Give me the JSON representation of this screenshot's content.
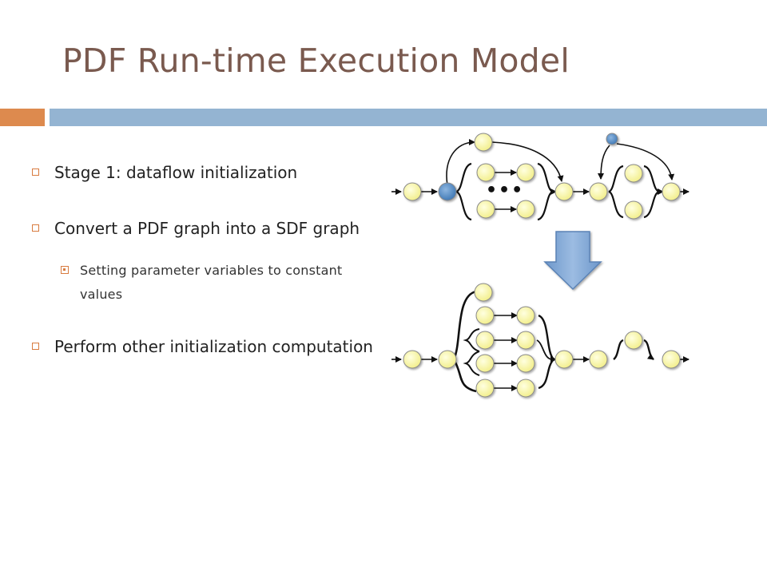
{
  "slide": {
    "title": "PDF Run-time Execution Model",
    "bullets": [
      {
        "level": 1,
        "text": "Stage 1: dataflow initialization"
      },
      {
        "level": 1,
        "text": "Convert a PDF graph into a SDF graph"
      },
      {
        "level": 2,
        "text": "Setting parameter variables to constant values"
      },
      {
        "level": 1,
        "text": "Perform other initialization computation"
      }
    ],
    "diagram": {
      "ellipsis": "•••"
    },
    "colors": {
      "title": "#7a5a4f",
      "accent_orange": "#dd8a4e",
      "accent_blue": "#94b4d2",
      "node_fill": "#fbf9a8",
      "node_param": "#5b8fc7",
      "arrow_fill": "#7fa6d6"
    }
  }
}
